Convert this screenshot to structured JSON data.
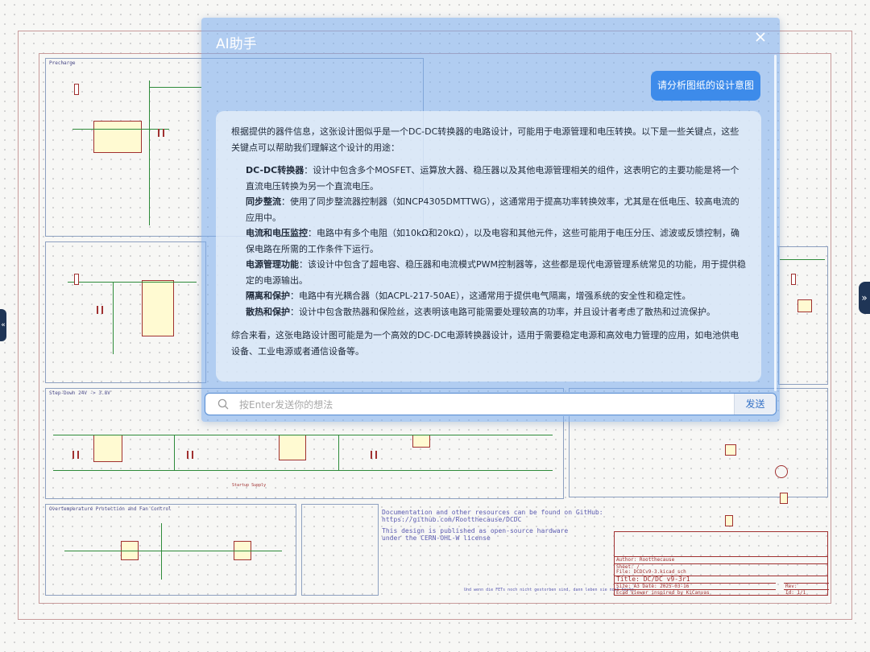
{
  "dialog": {
    "title": "AI助手",
    "close_icon": "close-icon",
    "user_message": "请分析图纸的设计意图",
    "reply": {
      "intro": "根据提供的器件信息，这张设计图似乎是一个DC-DC转换器的电路设计，可能用于电源管理和电压转换。以下是一些关键点，这些关键点可以帮助我们理解这个设计的用途：",
      "points": [
        {
          "key": "DC-DC转换器",
          "text": "：设计中包含多个MOSFET、运算放大器、稳压器以及其他电源管理相关的组件，这表明它的主要功能是将一个直流电压转换为另一个直流电压。"
        },
        {
          "key": "同步整流",
          "text": "：使用了同步整流器控制器（如NCP4305DMTTWG），这通常用于提高功率转换效率，尤其是在低电压、较高电流的应用中。"
        },
        {
          "key": "电流和电压监控",
          "text": "：电路中有多个电阻（如10kΩ和20kΩ），以及电容和其他元件，这些可能用于电压分压、滤波或反馈控制，确保电路在所需的工作条件下运行。"
        },
        {
          "key": "电源管理功能",
          "text": "：该设计中包含了超电容、稳压器和电流模式PWM控制器等，这些都是现代电源管理系统常见的功能，用于提供稳定的电源输出。"
        },
        {
          "key": "隔离和保护",
          "text": "：电路中有光耦合器（如ACPL-217-50AE），这通常用于提供电气隔离，增强系统的安全性和稳定性。"
        },
        {
          "key": "散热和保护",
          "text": "：设计中包含散热器和保险丝，这表明该电路可能需要处理较高的功率，并且设计者考虑了散热和过流保护。"
        }
      ],
      "summary": "综合来看，这张电路设计图可能是为一个高效的DC-DC电源转换器设计，适用于需要稳定电源和高效电力管理的应用，如电池供电设备、工业电源或者通信设备等。"
    },
    "input_placeholder": "按Enter发送你的想法",
    "input_value": "",
    "send_label": "发送"
  },
  "schematic": {
    "blocks": {
      "precharge": "Precharge",
      "step_down": "Step-Down\n24V -> 3.8V",
      "overtemp": "Overtemperature Protection and Fan Control",
      "startup": "Startup Supply"
    },
    "doc_text": [
      "Documentation and other resources can be found on GitHub:",
      "https://github.com/Rootthecause/DCDC",
      "",
      "This design is published as open-source hardware",
      "under the CERN-OHL-W license"
    ],
    "title_block": {
      "author": "Author: Rootthecause",
      "sheet": "Sheet: /",
      "file": "File: DCDCv9-3.kicad_sch",
      "title": "Title: DC/DC v9-3r1",
      "size_date": "Size: A3     Date: 2025-03-16",
      "rev": "Rev:",
      "tool": "Ecad Viewer inspired by KiCanvas",
      "id": "Id: 1/1"
    },
    "footer_note": "Und wenn die FETs noch nicht gestorben sind, dann leben sie noch heute."
  },
  "handles": {
    "left_icon": "chevron-left-icon",
    "right_icon": "double-chevron-right-icon",
    "left_glyph": "«",
    "right_glyph": "»"
  }
}
